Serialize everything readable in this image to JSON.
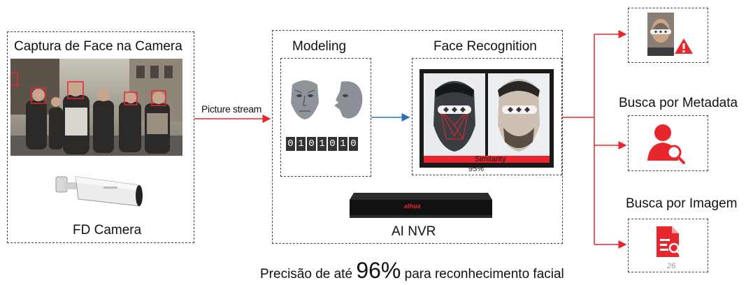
{
  "capture": {
    "title": "Captura de Face na Camera",
    "camera_label": "FD Camera"
  },
  "arrows": {
    "picture_stream": "Picture stream"
  },
  "nvr": {
    "modeling_title": "Modeling",
    "binary": [
      "0",
      "1",
      "0",
      "1",
      "0",
      "1",
      "0"
    ],
    "recognition_title": "Face Recognition",
    "similarity_label": "Similarity",
    "similarity_value": "95%",
    "nvr_brand": "alhua",
    "nvr_label": "AI NVR"
  },
  "outputs": {
    "metadata_title": "Busca por Metadata",
    "image_title": "Busca por Imagem",
    "page_number": "26"
  },
  "footer": {
    "prefix": "Precisão de até",
    "percent": "96%",
    "suffix": "para reconhecimento facial"
  },
  "colors": {
    "accent": "#e8262d",
    "arrow_blue": "#2d6fb8",
    "dashed": "#444444"
  }
}
